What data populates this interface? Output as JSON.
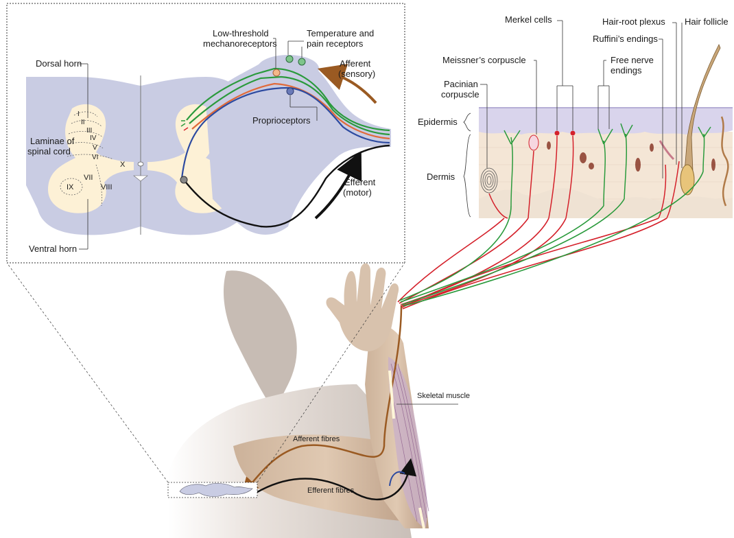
{
  "colors": {
    "cord_gray": "#c9cce3",
    "gray_matter": "#fdf1d6",
    "sensory_brown": "#9a5a22",
    "motor_black": "#111111",
    "green_fiber": "#2a9a3c",
    "red_fiber": "#d4202a",
    "blue_fiber": "#2c4aa0",
    "orange_fiber": "#e06a3a",
    "epidermis": "#d9d4ec",
    "dermis": "#f4e6d6"
  },
  "spinal_cord": {
    "dorsal_horn": "Dorsal horn",
    "ventral_horn": "Ventral horn",
    "laminae_line1": "Laminae of",
    "laminae_line2": "spinal cord",
    "laminae": {
      "i": "I",
      "ii": "II",
      "iii": "III",
      "iv": "IV",
      "v": "V",
      "vi": "VI",
      "vii": "VII",
      "viii": "VIII",
      "ix": "IX",
      "x": "X"
    },
    "receptors": {
      "low_threshold_line1": "Low-threshold",
      "low_threshold_line2": "mechanoreceptors",
      "temp_pain_line1": "Temperature and",
      "temp_pain_line2": "pain receptors",
      "proprioceptors": "Proprioceptors"
    },
    "afferent_line1": "Afferent",
    "afferent_line2": "(sensory)",
    "efferent_line1": "Efferent",
    "efferent_line2": "(motor)"
  },
  "skin": {
    "epidermis": "Epidermis",
    "dermis": "Dermis",
    "merkel_cells": "Merkel cells",
    "meissners_corpuscle": "Meissner’s corpuscle",
    "pacinian_line1": "Pacinian",
    "pacinian_line2": "corpuscle",
    "free_nerve_line1": "Free nerve",
    "free_nerve_line2": "endings",
    "hair_root_plexus": "Hair-root plexus",
    "hair_follicle": "Hair follicle",
    "ruffinis_endings": "Ruffini’s endings"
  },
  "body": {
    "skeletal_muscle": "Skeletal muscle",
    "afferent_fibres": "Afferent fibres",
    "efferent_fibres": "Efferent fibres"
  }
}
